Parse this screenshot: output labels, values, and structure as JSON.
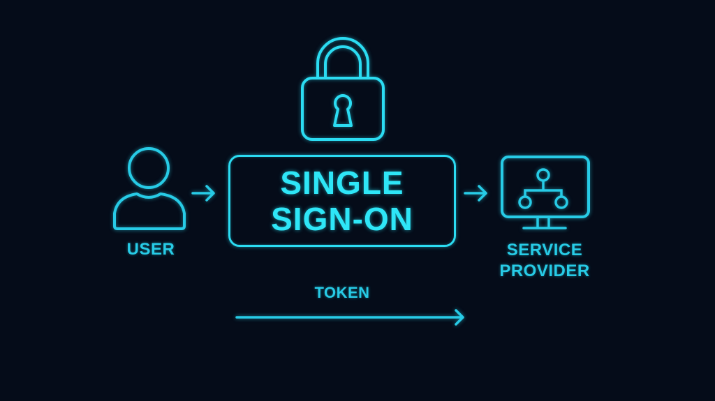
{
  "diagram": {
    "title_lines": [
      "SINGLE",
      "SIGN-ON"
    ],
    "nodes": [
      {
        "id": "user",
        "label": "USER",
        "icon": "user-icon"
      },
      {
        "id": "sso",
        "label": "SINGLE SIGN-ON",
        "icon": "padlock-icon"
      },
      {
        "id": "service-provider",
        "label_lines": [
          "SERVICE",
          "PROVIDER"
        ],
        "icon": "monitor-network-icon"
      }
    ],
    "edges": [
      {
        "from": "user",
        "to": "sso",
        "icon": "arrow-right-icon"
      },
      {
        "from": "sso",
        "to": "service-provider",
        "icon": "arrow-right-icon"
      },
      {
        "label": "TOKEN",
        "direction": "right",
        "icon": "long-arrow-right-icon"
      }
    ],
    "token_label": "TOKEN"
  },
  "colors": {
    "background": "#050c19",
    "accent": "#2bdcf2",
    "label": "#27cbe6"
  }
}
